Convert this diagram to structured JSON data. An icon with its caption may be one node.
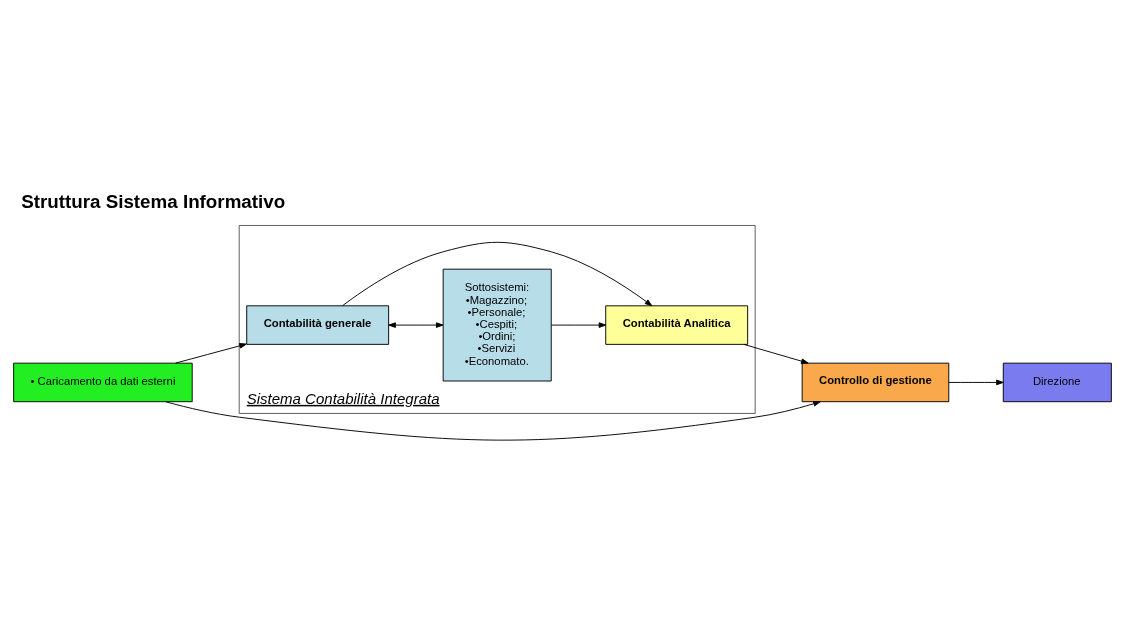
{
  "diagram": {
    "title": "Struttura Sistema Informativo",
    "nodes": [
      {
        "text": [
          "Sistema Contabilità Integrata"
        ]
      },
      {
        "text": [
          "Contabilità generale"
        ],
        "in": 0
      },
      {
        "text": [
          "Sottosistemi:",
          "•Magazzino;",
          "•Personale;",
          "•Cespiti;",
          "•Ordini;",
          "•Servizi",
          "•Economato."
        ],
        "in": 0
      },
      {
        "text": [
          "Contabilità Analitica"
        ],
        "in": 0
      },
      {
        "text": [
          "• Caricamento da dati esterni"
        ]
      },
      {
        "text": [
          "Controllo di gestione"
        ]
      },
      {
        "text": [
          "Direzione"
        ]
      }
    ],
    "edges": [
      {
        "from": 4,
        "to": 1,
        "arrow": "to"
      },
      {
        "from": 4,
        "to": 5,
        "arrow": "to"
      },
      {
        "from": 1,
        "to": 2,
        "arrow": "both"
      },
      {
        "from": 1,
        "to": 3,
        "arrow": "to"
      },
      {
        "from": 2,
        "to": 3,
        "arrow": "to"
      },
      {
        "from": 3,
        "to": 5,
        "arrow": "to"
      },
      {
        "from": 5,
        "to": 6,
        "arrow": "to"
      }
    ]
  }
}
